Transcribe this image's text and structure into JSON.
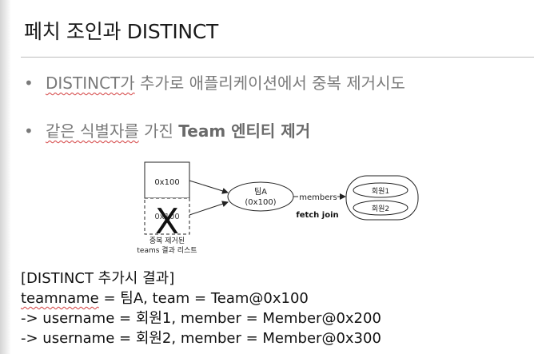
{
  "slide": {
    "title": "페치 조인과 DISTINCT",
    "bullets": [
      {
        "marker": "•",
        "squiggled": "DISTINCT가",
        "text": " 추가로 애플리케이션에서 중복 제거시도"
      },
      {
        "marker": "•",
        "squiggled": "같은 식별자를",
        "text": " 가진 ",
        "bold": "Team 엔티티 제거"
      }
    ]
  },
  "diagram": {
    "box_top": "0x100",
    "box_bottom": "0x100",
    "cross_mark": "X",
    "box_caption": [
      "중복 제거된",
      "teams 결과 리스트"
    ],
    "team_node": [
      "팀A",
      "(0x100)"
    ],
    "edge_label": "members",
    "fetch_label": "fetch join",
    "members": [
      "회원1",
      "회원2"
    ]
  },
  "result": {
    "heading": "[DISTINCT 추가시 결과]",
    "line1_squiggled": "teamname",
    "line1_rest": " = 팀A, team = Team@0x100",
    "line2": "-> username = 회원1, member = Member@0x200",
    "line3": "-> username = 회원2, member = Member@0x300"
  }
}
